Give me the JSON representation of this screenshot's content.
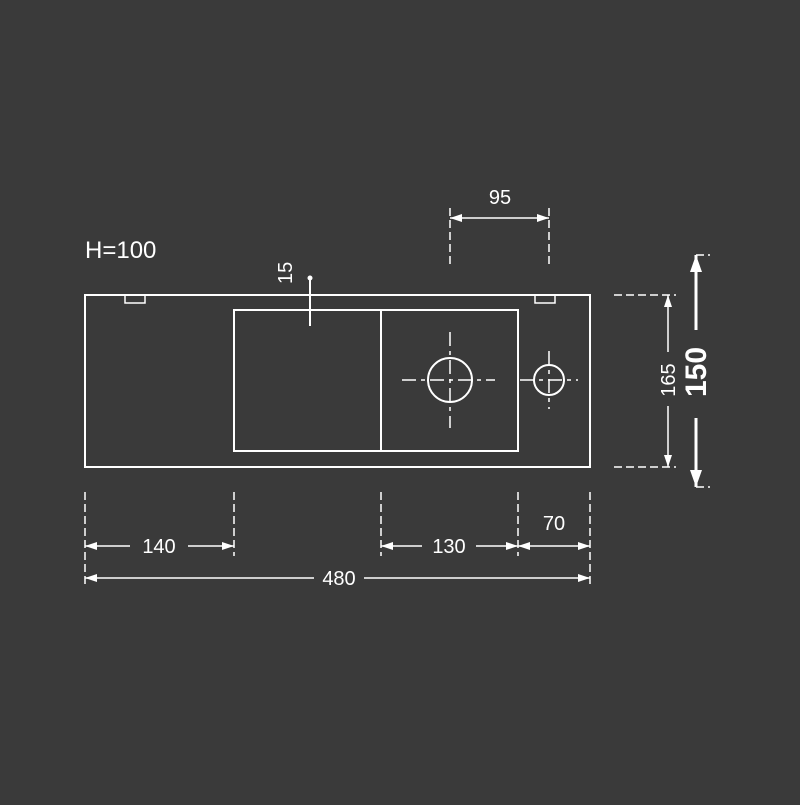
{
  "colors": {
    "background": "#3a3a3a",
    "line": "#ffffff"
  },
  "drawing": {
    "height_note": "H=100",
    "dimensions": {
      "tap_hole_spacing": "95",
      "drain_offset": "15",
      "left_section": "140",
      "basin_width": "130",
      "right_section": "70",
      "overall_length": "480",
      "inner_depth": "165",
      "outer_depth": "150"
    }
  }
}
